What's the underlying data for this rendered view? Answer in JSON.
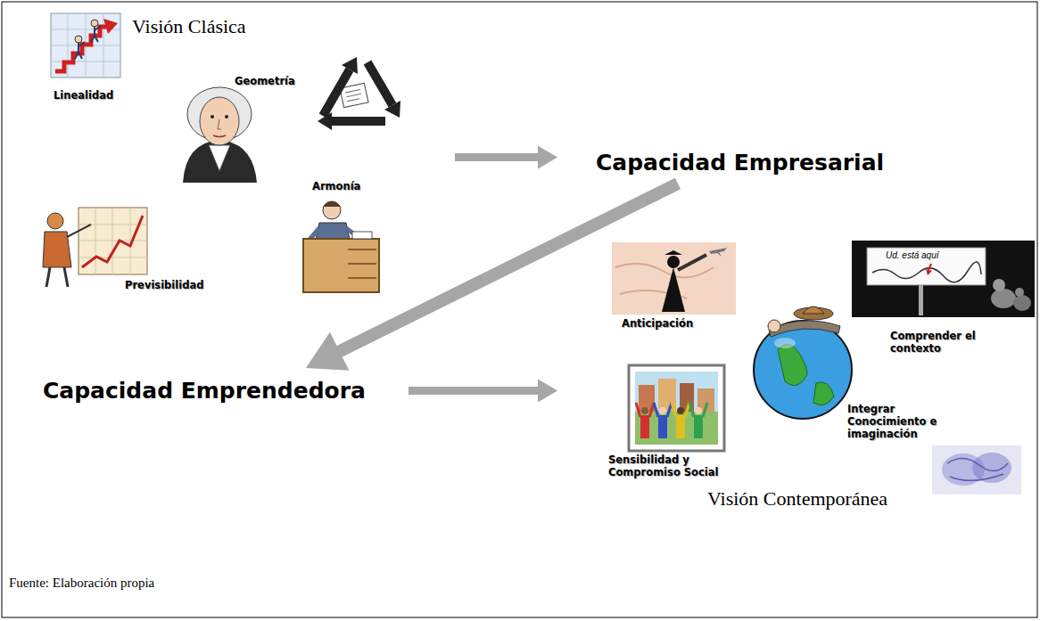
{
  "diagram": {
    "nodes": [
      {
        "text": [
          "Visión Clásica"
        ]
      },
      {
        "text": [
          "Linealidad"
        ],
        "in": 0
      },
      {
        "text": [
          "Geometría"
        ],
        "in": 0
      },
      {
        "text": [
          "Armonía"
        ],
        "in": 0
      },
      {
        "text": [
          "Previsibilidad"
        ],
        "in": 0
      },
      {
        "text": [
          "Capacidad Empresarial"
        ]
      },
      {
        "text": [
          "Capacidad Emprendedora"
        ]
      },
      {
        "text": [
          "Visión Contemporánea"
        ]
      },
      {
        "text": [
          "Anticipación"
        ],
        "in": 7
      },
      {
        "text": [
          "Comprender el contexto"
        ],
        "in": 7
      },
      {
        "text": [
          "Sensibilidad y Compromiso Social"
        ],
        "in": 7
      },
      {
        "text": [
          "Integrar Conocimiento e imaginación"
        ],
        "in": 7
      }
    ],
    "edges": [
      {
        "from": 0,
        "to": 5,
        "arrow": "to"
      },
      {
        "from": 5,
        "to": 6,
        "arrow": "to"
      },
      {
        "from": 6,
        "to": 7,
        "arrow": "to"
      }
    ],
    "labels": [
      "Ud. está aquí",
      "Fuente: Elaboración propia"
    ]
  }
}
